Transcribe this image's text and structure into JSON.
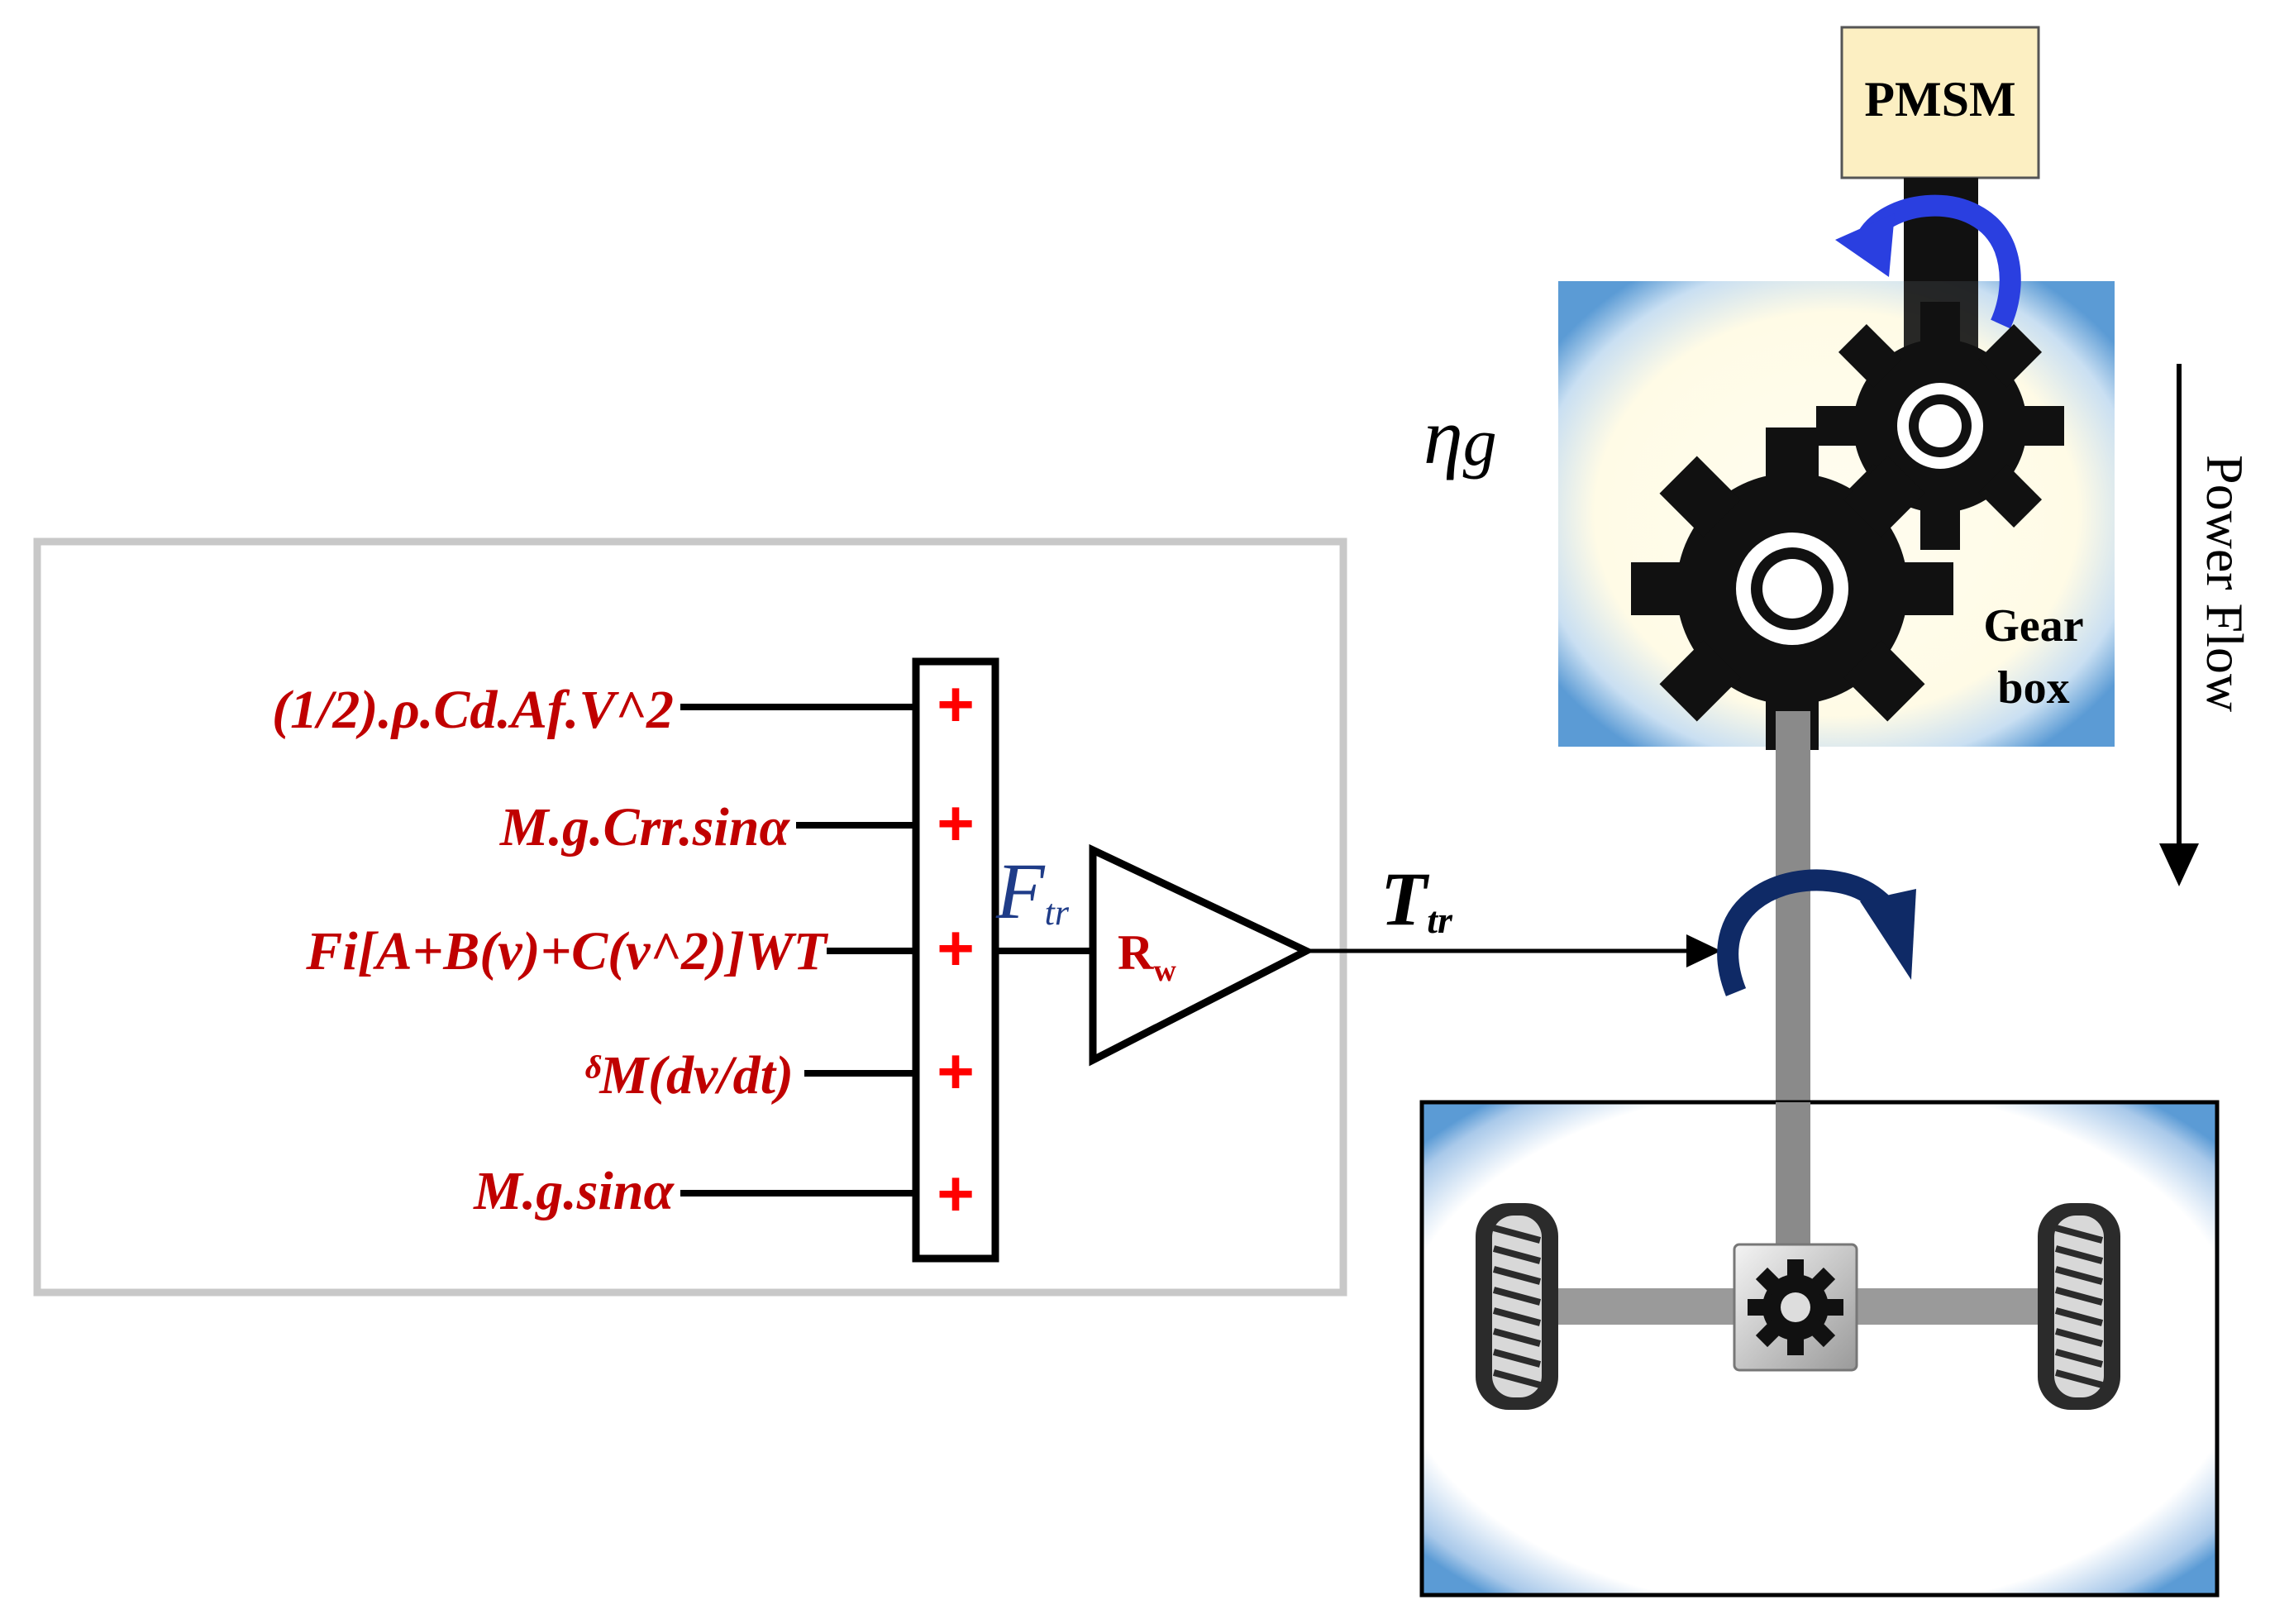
{
  "forces": [
    {
      "label": "(1/2).ρ.Cd.Af.V^2",
      "sign": "+"
    },
    {
      "label": "M.g.Crr.sinα",
      "sign": "+"
    },
    {
      "label": "Fi[A+B(v)+C(v^2)]WT",
      "sign": "+"
    },
    {
      "label": "ᵟM(dv/dt)",
      "sign": "+"
    },
    {
      "label": "M.g.sinα",
      "sign": "+"
    }
  ],
  "traction_force": {
    "main": "F",
    "sub": "tr"
  },
  "gain": {
    "main": "R",
    "sub": "w"
  },
  "traction_torque": {
    "main": "T",
    "sub": "tr"
  },
  "efficiency": {
    "main": "η",
    "sub": "g"
  },
  "motor_label": "PMSM",
  "gearbox_label_line1": "Gear",
  "gearbox_label_line2": "box",
  "power_flow_label": "Power Flow",
  "colors": {
    "force_text": "#c00000",
    "plus": "#ff0000",
    "gearbox_blue": "#5b9bd5",
    "rotation_arrow_top": "#2a3fe0",
    "rotation_arrow_bottom": "#0f2a66",
    "motor_fill": "#fcefc2"
  }
}
